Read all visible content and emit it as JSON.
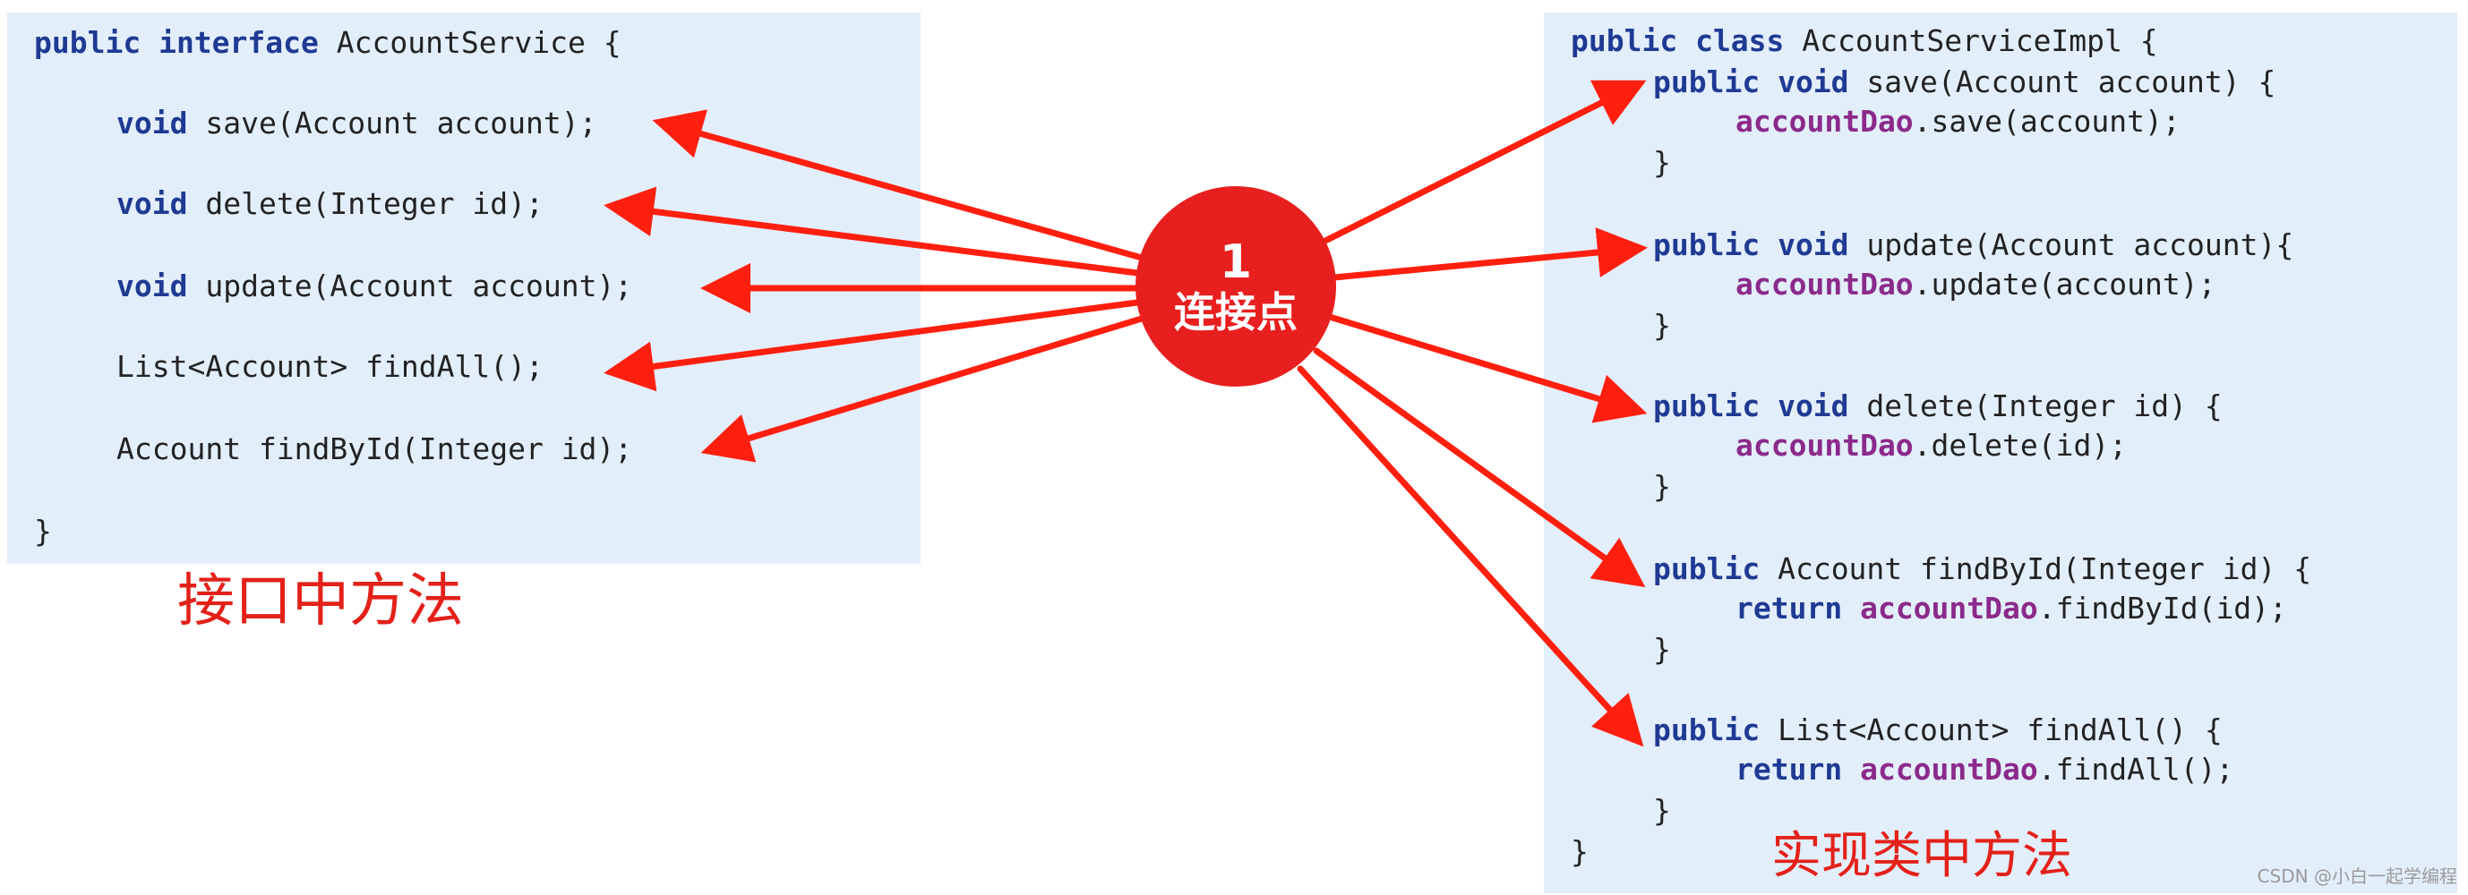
{
  "interface_code": {
    "header": {
      "kw": "public interface",
      "rest": " AccountService {"
    },
    "methods": [
      {
        "kw": "void",
        "rest": " save(Account account);"
      },
      {
        "kw": "void",
        "rest": " delete(Integer id);"
      },
      {
        "kw": "void",
        "rest": " update(Account account);"
      },
      {
        "kw": "",
        "rest": "List<Account> findAll();"
      },
      {
        "kw": "",
        "rest": "Account findById(Integer id);"
      }
    ],
    "close": "}"
  },
  "interface_caption": "接口中方法",
  "impl_code": {
    "header": {
      "kw": "public class",
      "rest": " AccountServiceImpl {"
    },
    "methods": [
      {
        "sig_kw": "public void",
        "sig_rest": " save(Account account) {",
        "body_kw": "",
        "body_field": "accountDao",
        "body_rest": ".save(account);",
        "close": "}"
      },
      {
        "sig_kw": "public void",
        "sig_rest": " update(Account account){",
        "body_kw": "",
        "body_field": "accountDao",
        "body_rest": ".update(account);",
        "close": "}"
      },
      {
        "sig_kw": "public void",
        "sig_rest": " delete(Integer id) {",
        "body_kw": "",
        "body_field": "accountDao",
        "body_rest": ".delete(id);",
        "close": "}"
      },
      {
        "sig_kw": "public",
        "sig_rest": " Account findById(Integer id) {",
        "body_kw": "return ",
        "body_field": "accountDao",
        "body_rest": ".findById(id);",
        "close": "}"
      },
      {
        "sig_kw": "public",
        "sig_rest": " List<Account> findAll() {",
        "body_kw": "return ",
        "body_field": "accountDao",
        "body_rest": ".findAll();",
        "close": "}"
      }
    ],
    "close": "}"
  },
  "impl_caption": "实现类中方法",
  "join_point": {
    "number": "1",
    "label": "连接点"
  },
  "watermark": "CSDN @小白一起学编程",
  "colors": {
    "panel_bg": "#e3eefb",
    "keyword": "#1f3a93",
    "field": "#8b2a8b",
    "arrow": "#ff1f0f",
    "circle": "#e81f1f",
    "caption": "#e32119"
  }
}
